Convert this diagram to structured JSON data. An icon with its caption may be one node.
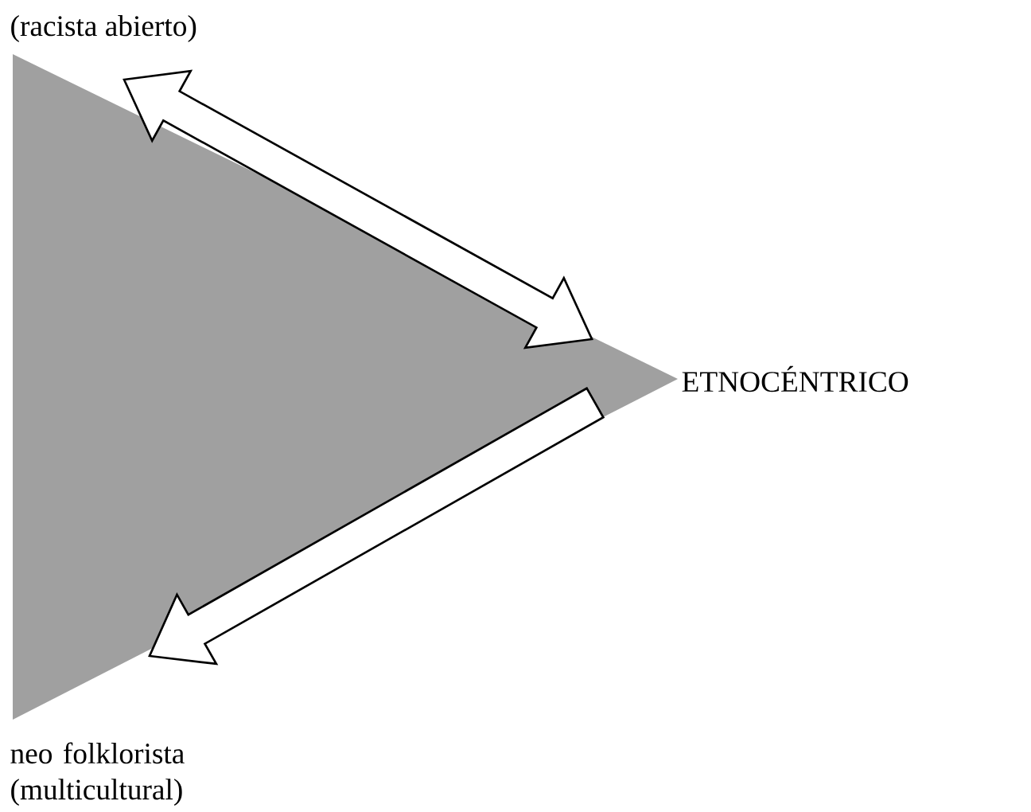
{
  "diagram": {
    "nodes": [
      {
        "text": [
          "(racista abierto)"
        ]
      },
      {
        "text": [
          "ETNOCÉNTRICO"
        ]
      },
      {
        "text": [
          "neo folklorista (multicultural)"
        ]
      }
    ],
    "edges": [
      {
        "from": 0,
        "to": 1,
        "arrow": "both"
      },
      {
        "from": 1,
        "to": 2,
        "arrow": "to"
      }
    ]
  }
}
